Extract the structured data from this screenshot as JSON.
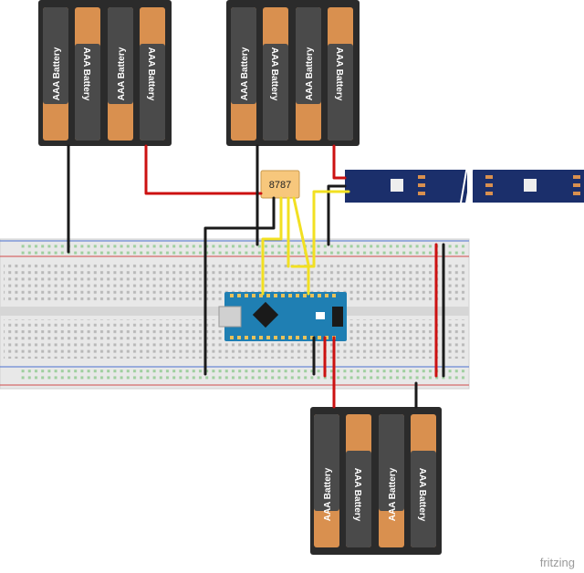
{
  "battery_label": "AAA Battery",
  "battery_packs": [
    {
      "id": "pack-top-left",
      "cells": 4
    },
    {
      "id": "pack-top-middle",
      "cells": 4
    },
    {
      "id": "pack-bottom-right",
      "cells": 4
    }
  ],
  "regulator": {
    "label": "8787"
  },
  "watermark": "fritzing",
  "colors": {
    "battery_case": "#2b2b2b",
    "battery_body": "#4a4a4a",
    "battery_copper": "#d9904f",
    "wire_red": "#cc1111",
    "wire_black": "#1a1a1a",
    "wire_yellow": "#f2e022",
    "led_strip": "#1b2f6b",
    "arduino": "#1f7fb3",
    "regulator": "#f7c77c",
    "breadboard": "#e6e6e6"
  }
}
